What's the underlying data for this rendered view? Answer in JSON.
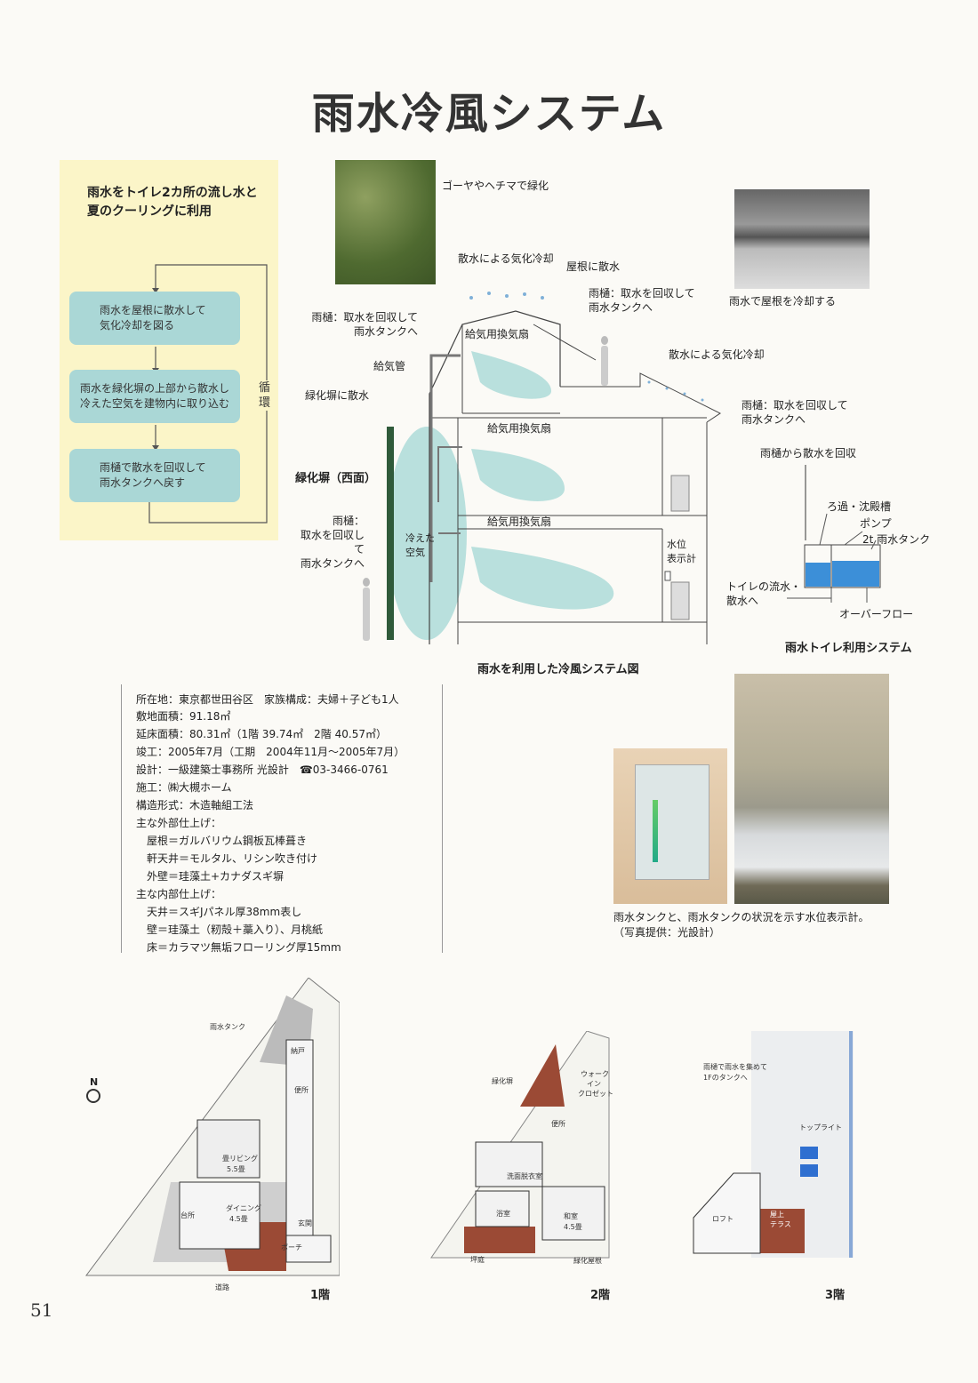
{
  "title": "雨水冷風システム",
  "flow": {
    "heading_line1": "雨水をトイレ2カ所の流し水と",
    "heading_line2": "夏のクーリングに利用",
    "steps": [
      {
        "line1": "雨水を屋根に散水して",
        "line2": "気化冷却を図る"
      },
      {
        "line1": "雨水を緑化塀の上部から散水し",
        "line2": "冷えた空気を建物内に取り込む"
      },
      {
        "line1": "雨樋で散水を回収して",
        "line2": "雨水タンクへ戻す"
      }
    ],
    "cycle_label": "循環"
  },
  "system_diagram": {
    "labels": {
      "goya": "ゴーヤやヘチマで緑化",
      "evap_roof": "散水による気化冷却",
      "spray_roof": "屋根に散水",
      "gutter_top_right_1": "雨樋：取水を回収して",
      "gutter_top_right_2": "雨水タンクへ",
      "gutter_left_1": "雨樋：取水を回収して",
      "gutter_left_2": "雨水タンクへ",
      "fan_1": "給気用換気扇",
      "fan_2": "給気用換気扇",
      "fan_3": "給気用換気扇",
      "supply_pipe": "給気管",
      "evap_balcony": "散水による気化冷却",
      "green_wall_spray": "緑化塀に散水",
      "gutter_right_1": "雨樋：取水を回収して",
      "gutter_right_2": "雨水タンクへ",
      "green_wall": "緑化塀（西面）",
      "gutter_lower_1": "雨樋：",
      "gutter_lower_2": "取水を回収して",
      "gutter_lower_3": "雨水タンクへ",
      "cooled_air_1": "冷えた",
      "cooled_air_2": "空気",
      "water_gauge_1": "水位",
      "water_gauge_2": "表示計"
    },
    "caption": "雨水を利用した冷風システム図"
  },
  "roof_photo_caption": "雨水で屋根を冷却する",
  "toilet_system": {
    "collect": "雨樋から散水を回収",
    "filter": "ろ過・沈殿槽",
    "pump": "ポンプ",
    "tank": "2t 雨水タンク",
    "out_1": "トイレの流水・",
    "out_2": "散水へ",
    "overflow": "オーバーフロー",
    "caption": "雨水トイレ利用システム"
  },
  "specs": [
    "所在地：東京都世田谷区　家族構成：夫婦＋子ども1人",
    "敷地面積：91.18㎡",
    "延床面積：80.31㎡（1階 39.74㎡　2階 40.57㎡）",
    "竣工：2005年7月（工期　2004年11月～2005年7月）",
    "設計：一級建築士事務所 光設計　☎03-3466-0761",
    "施工：㈱大槻ホーム",
    "構造形式：木造軸組工法",
    "主な外部仕上げ：",
    "　屋根＝ガルバリウム鋼板瓦棒葺き",
    "　軒天井＝モルタル、リシン吹き付け",
    "　外壁＝珪藻土+カナダスギ塀",
    "主な内部仕上げ：",
    "　天井＝スギJパネル厚38mm表し",
    "　壁＝珪藻土（籾殻＋藁入り）、月桃紙",
    "　床＝カラマツ無垢フローリング厚15mm"
  ],
  "photo_caption_1": "雨水タンクと、雨水タンクの状況を示す水位表示計。",
  "photo_caption_2": "（写真提供：光設計）",
  "floor_plans": {
    "f1": {
      "caption": "1階",
      "north": "N",
      "labels": {
        "tank": "雨水タンク",
        "storage": "納戸",
        "toilet": "便所",
        "living": "畳リビング",
        "living_size": "5.5畳",
        "dining": "ダイニング",
        "dining_size": "4.5畳",
        "kitchen": "台所",
        "entrance": "玄関",
        "porch": "ポーチ",
        "road": "道路"
      }
    },
    "f2": {
      "caption": "2階",
      "labels": {
        "green_wall": "緑化塀",
        "walk_1": "ウォーク",
        "walk_2": "イン",
        "walk_3": "クロゼット",
        "toilet": "便所",
        "wash": "洗面脱衣室",
        "bath": "浴室",
        "japanese": "和室",
        "japanese_size": "4.5畳",
        "garden": "坪庭",
        "green_roof": "緑化屋根"
      }
    },
    "f3": {
      "caption": "3階",
      "labels": {
        "note_1": "雨樋で雨水を集めて",
        "note_2": "1Fのタンクへ",
        "toplight": "トップライト",
        "loft": "ロフト",
        "terrace_1": "屋上",
        "terrace_2": "テラス"
      }
    }
  },
  "page_number": "51"
}
